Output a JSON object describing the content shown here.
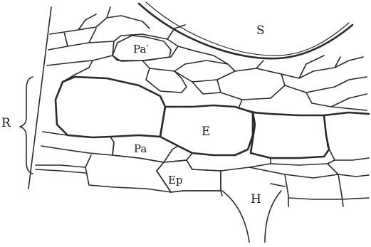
{
  "labels": {
    "s": "S",
    "pa_prime": "Pa′",
    "r": "R",
    "e": "E",
    "pa": "Pa",
    "ep": "Ep",
    "h": "H"
  }
}
